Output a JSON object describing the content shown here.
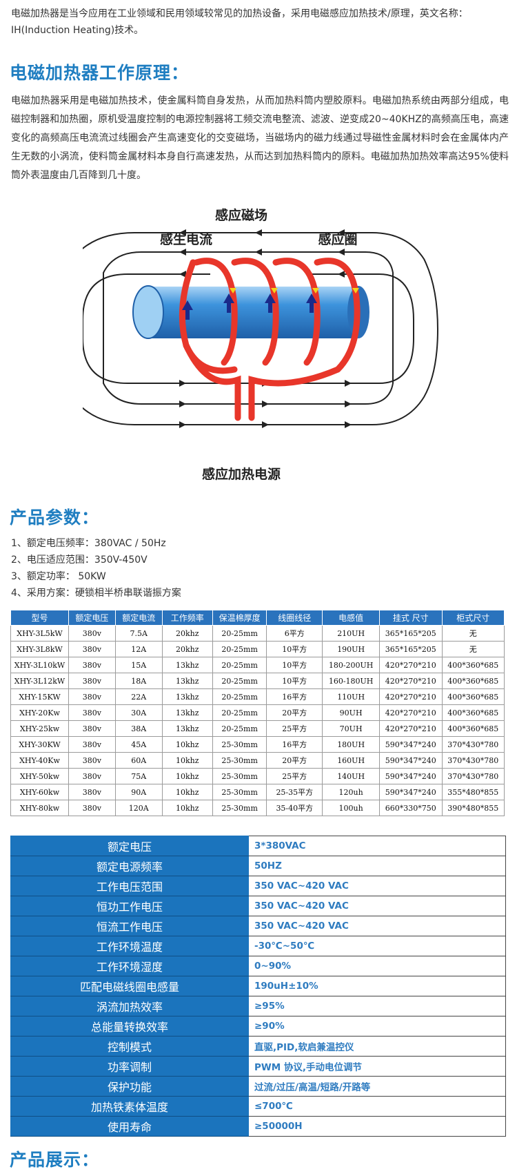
{
  "intro": "电磁加热器是当今应用在工业领域和民用领域较常见的加热设备，采用电磁感应加热技术/原理，英文名称：IH(Induction Heating)技术。",
  "principle_title": "电磁加热器工作原理：",
  "principle_text": "电磁加热器采用是电磁加热技术，使金属料筒自身发热，从而加热料筒内塑胶原料。电磁加热系统由两部分组成，电磁控制器和加热圈，原机受温度控制的电源控制器将工频交流电整流、滤波、逆变成20~40KHZ的高频高压电，高速变化的高频高压电流流过线圈会产生高速变化的交变磁场，当磁场内的磁力线通过导磁性金属材料时会在金属体内产生无数的小涡流，使料筒金属材料本身自行高速发热，从而达到加热料筒内的原料。电磁加热加热效率高达95%使料筒外表温度由几百降到几十度。",
  "diagram": {
    "field_label": "感应磁场",
    "induced_current_label": "感生电流",
    "coil_label": "感应圈",
    "power_label": "感应加热电源",
    "colors": {
      "coil": "#e8362a",
      "cylinder": "#2f86d2",
      "arrow": "#1a2a8a",
      "current_arrow": "#f5d21a"
    }
  },
  "params_title": "产品参数：",
  "params": [
    "1、额定电压频率：380VAC  / 50Hz",
    "2、电压适应范围：350V-450V",
    "3、额定功率：  50KW",
    "4、采用方案：硬锁相半桥串联谐振方案"
  ],
  "spec_table": {
    "headers": [
      "型号",
      "额定电压",
      "额定电流",
      "工作频率",
      "保温棉厚度",
      "线圈线径",
      "电感值",
      "挂式 尺寸",
      "柜式尺寸"
    ],
    "rows": [
      [
        "XHY-3L5kW",
        "380v",
        "7.5A",
        "20khz",
        "20-25mm",
        "6平方",
        "210UH",
        "365*165*205",
        "无"
      ],
      [
        "XHY-3L8kW",
        "380v",
        "12A",
        "20khz",
        "20-25mm",
        "10平方",
        "190UH",
        "365*165*205",
        "无"
      ],
      [
        "XHY-3L10kW",
        "380v",
        "15A",
        "13khz",
        "20-25mm",
        "10平方",
        "180-200UH",
        "420*270*210",
        "400*360*685"
      ],
      [
        "XHY-3L12kW",
        "380v",
        "18A",
        "13khz",
        "20-25mm",
        "10平方",
        "160-180UH",
        "420*270*210",
        "400*360*685"
      ],
      [
        "XHY-15KW",
        "380v",
        "22A",
        "13khz",
        "20-25mm",
        "16平方",
        "110UH",
        "420*270*210",
        "400*360*685"
      ],
      [
        "XHY-20Kw",
        "380v",
        "30A",
        "13khz",
        "20-25mm",
        "20平方",
        "90UH",
        "420*270*210",
        "400*360*685"
      ],
      [
        "XHY-25kw",
        "380v",
        "38A",
        "13khz",
        "20-25mm",
        "25平方",
        "70UH",
        "420*270*210",
        "400*360*685"
      ],
      [
        "XHY-30KW",
        "380v",
        "45A",
        "10khz",
        "25-30mm",
        "16平方",
        "180UH",
        "590*347*240",
        "370*430*780"
      ],
      [
        "XHY-40Kw",
        "380v",
        "60A",
        "10khz",
        "25-30mm",
        "20平方",
        "160UH",
        "590*347*240",
        "370*430*780"
      ],
      [
        "XHY-50kw",
        "380v",
        "75A",
        "10khz",
        "25-30mm",
        "25平方",
        "140UH",
        "590*347*240",
        "370*430*780"
      ],
      [
        "XHY-60kw",
        "380v",
        "90A",
        "10khz",
        "25-30mm",
        "25-35平方",
        "120uh",
        "590*347*240",
        "355*480*855"
      ],
      [
        "XHY-80kw",
        "380v",
        "120A",
        "10khz",
        "25-30mm",
        "35-40平方",
        "100uh",
        "660*330*750",
        "390*480*855"
      ]
    ]
  },
  "rated_table": [
    [
      "额定电压",
      "3*380VAC"
    ],
    [
      "额定电源频率",
      "50HZ"
    ],
    [
      "工作电压范围",
      "350 VAC~420 VAC"
    ],
    [
      "恒功工作电压",
      "350 VAC~420 VAC"
    ],
    [
      "恒流工作电压",
      "350 VAC~420 VAC"
    ],
    [
      "工作环境温度",
      "-30℃~50℃"
    ],
    [
      "工作环境湿度",
      "0~90%"
    ],
    [
      "匹配电磁线圈电感量",
      "190uH±10%"
    ],
    [
      "涡流加热效率",
      "≥95%"
    ],
    [
      "总能量转换效率",
      "≥90%"
    ],
    [
      "控制模式",
      "直驱,PID,软启兼温控仪"
    ],
    [
      "功率调制",
      "PWM 协议,手动电位调节"
    ],
    [
      "保护功能",
      "过流/过压/高温/短路/开路等"
    ],
    [
      "加热铁素体温度",
      "≤700℃"
    ],
    [
      "使用寿命",
      "≥50000H"
    ]
  ],
  "showcase_title": "产品展示："
}
